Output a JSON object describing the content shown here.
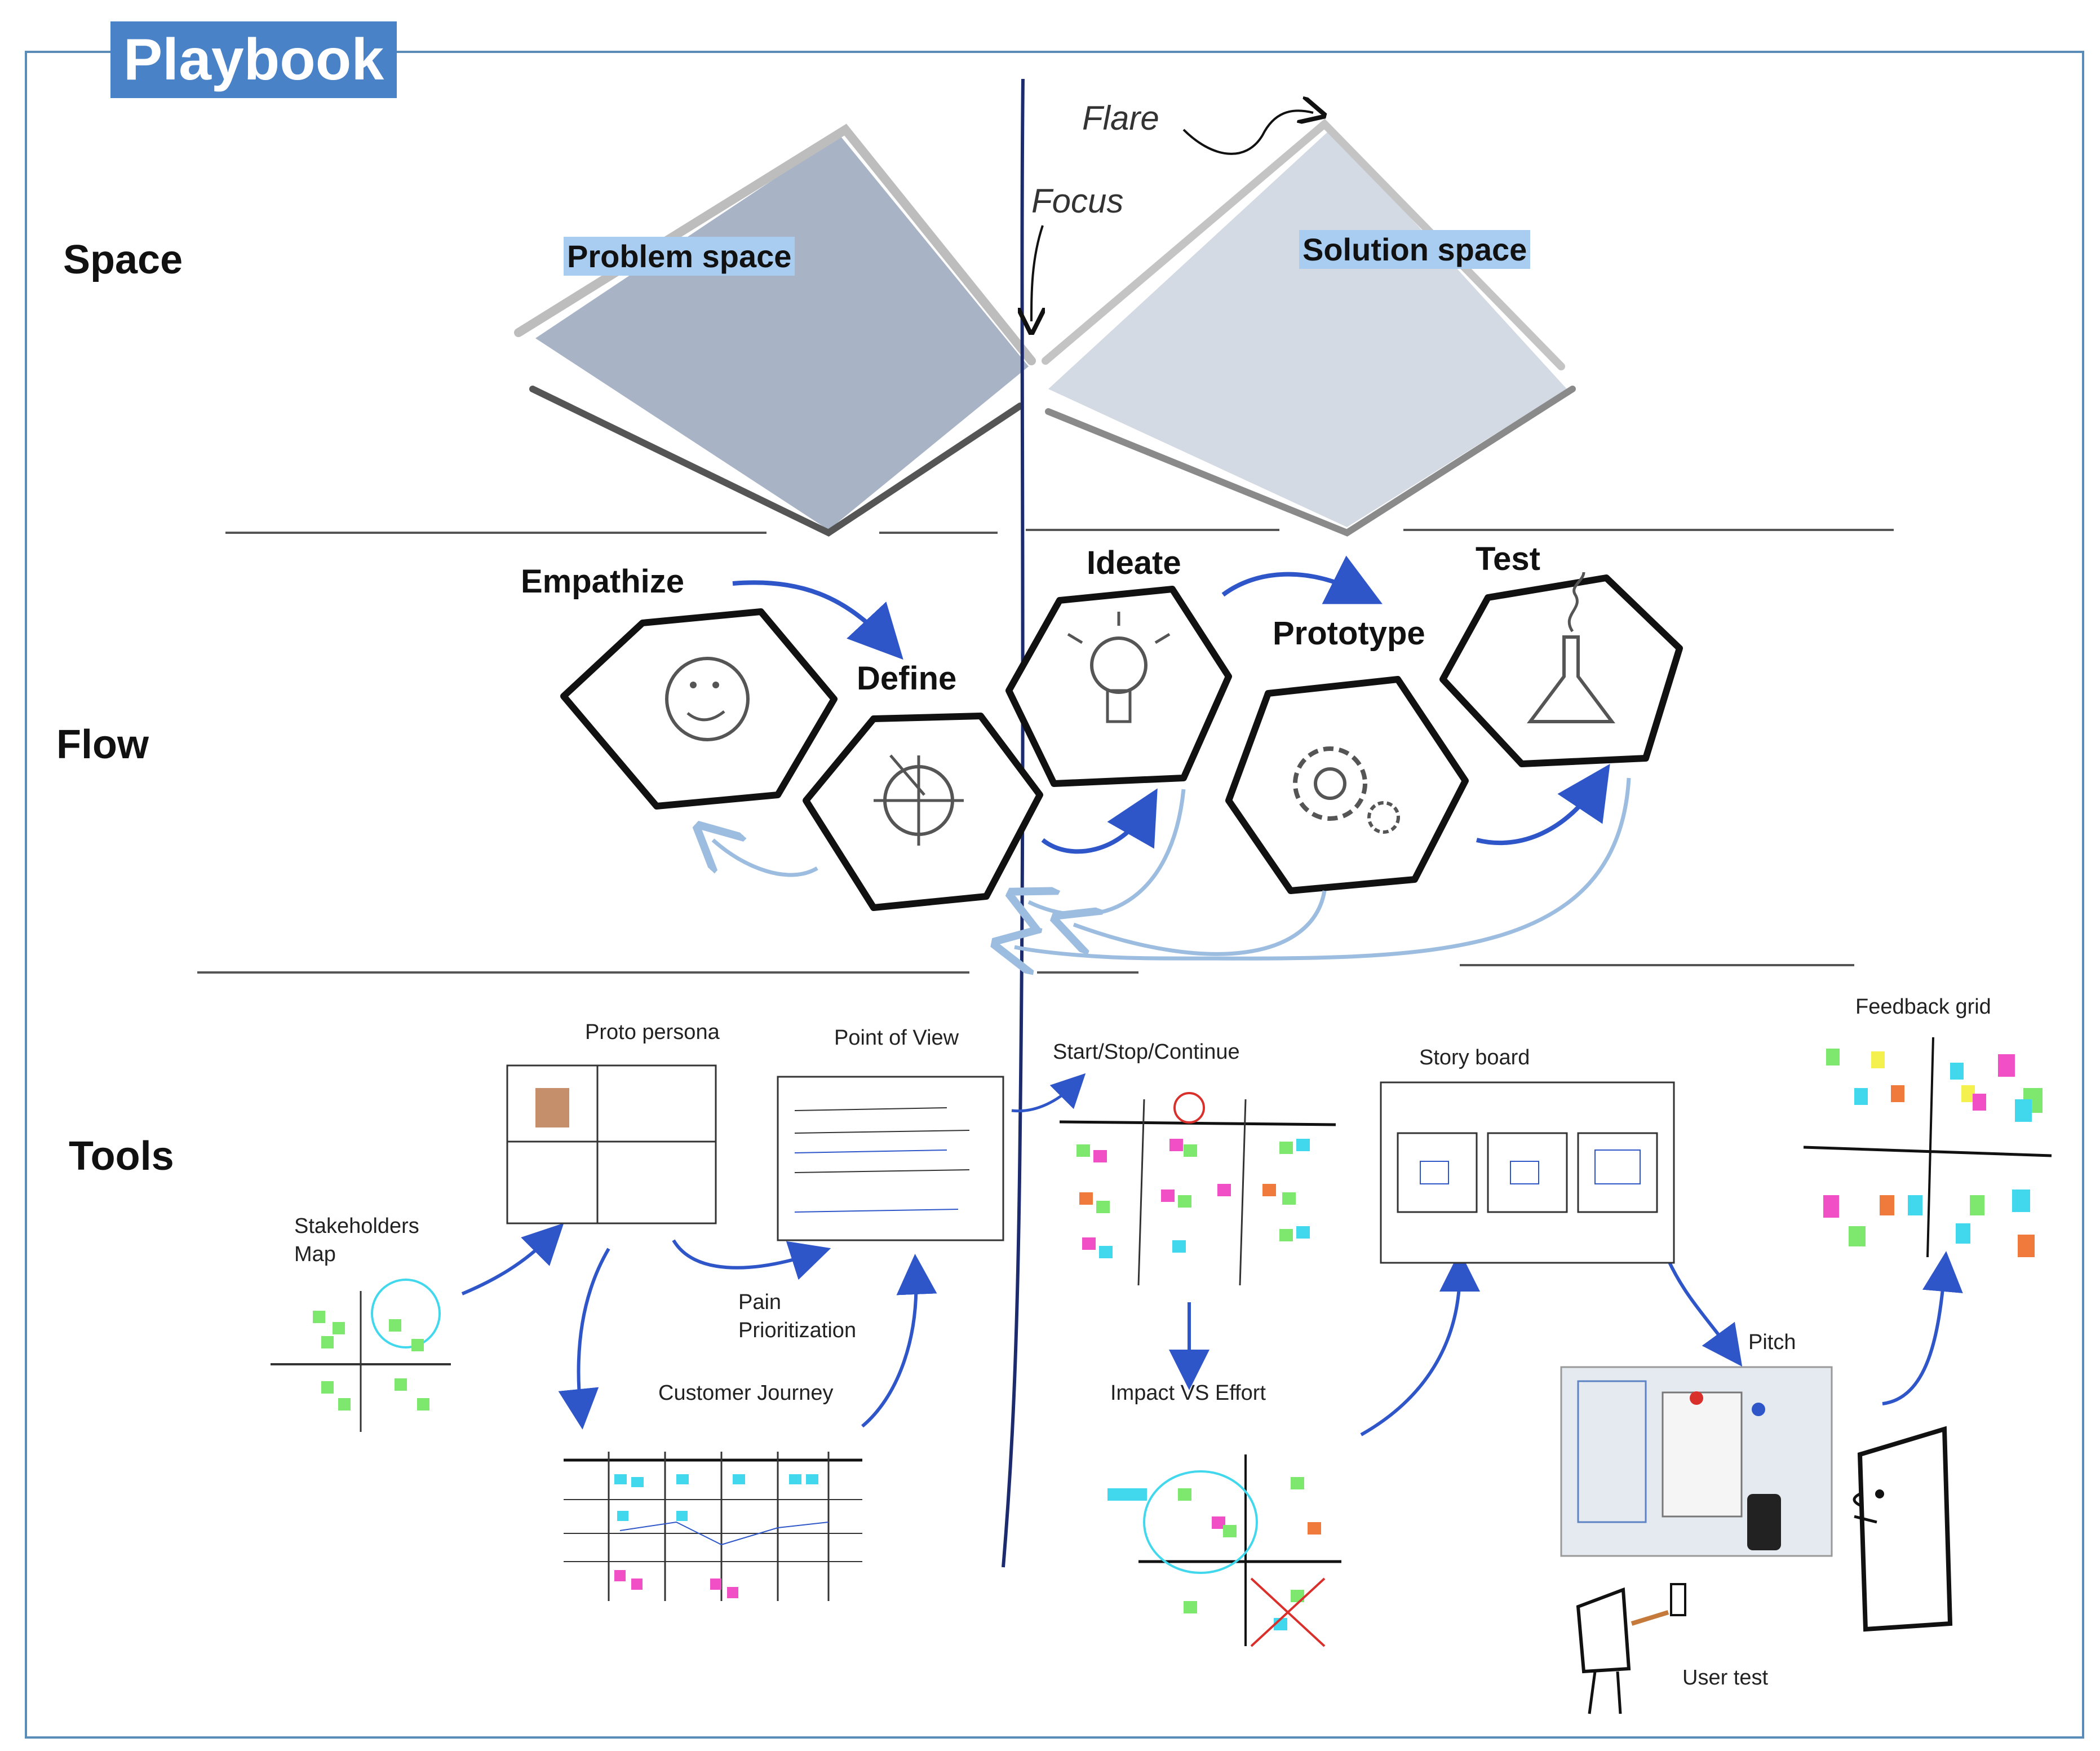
{
  "title": "Playbook",
  "rows": {
    "space": "Space",
    "flow": "Flow",
    "tools": "Tools"
  },
  "space": {
    "problem": "Problem space",
    "solution": "Solution  space",
    "flare": "Flare",
    "focus": "Focus"
  },
  "flow": {
    "empathize": "Empathize",
    "define": "Define",
    "ideate": "Ideate",
    "prototype": "Prototype",
    "test": "Test"
  },
  "tools": {
    "stakeholders": "Stakeholders\nMap",
    "proto_persona": "Proto persona",
    "point_of_view": "Point of View",
    "pain_prioritization": "Pain\nPrioritization",
    "customer_journey": "Customer Journey",
    "start_stop_continue": "Start/Stop/Continue",
    "impact_vs_effort": "Impact VS Effort",
    "story_board": "Story board",
    "pitch": "Pitch",
    "feedback_grid": "Feedback grid",
    "user_test": "User test"
  },
  "colors": {
    "title_bg": "#4a82c7",
    "label_highlight": "#a9cdf0",
    "problem_fill": "#a8b4c6",
    "solution_fill": "#d4dae3",
    "arrow_dark": "#2f56c9",
    "arrow_light": "#9dbde0",
    "sticky_green": "#7ee86e",
    "sticky_pink": "#f04fc6",
    "sticky_cyan": "#41d8ee",
    "sticky_orange": "#f07a3c",
    "sticky_yellow": "#f4f04e"
  }
}
